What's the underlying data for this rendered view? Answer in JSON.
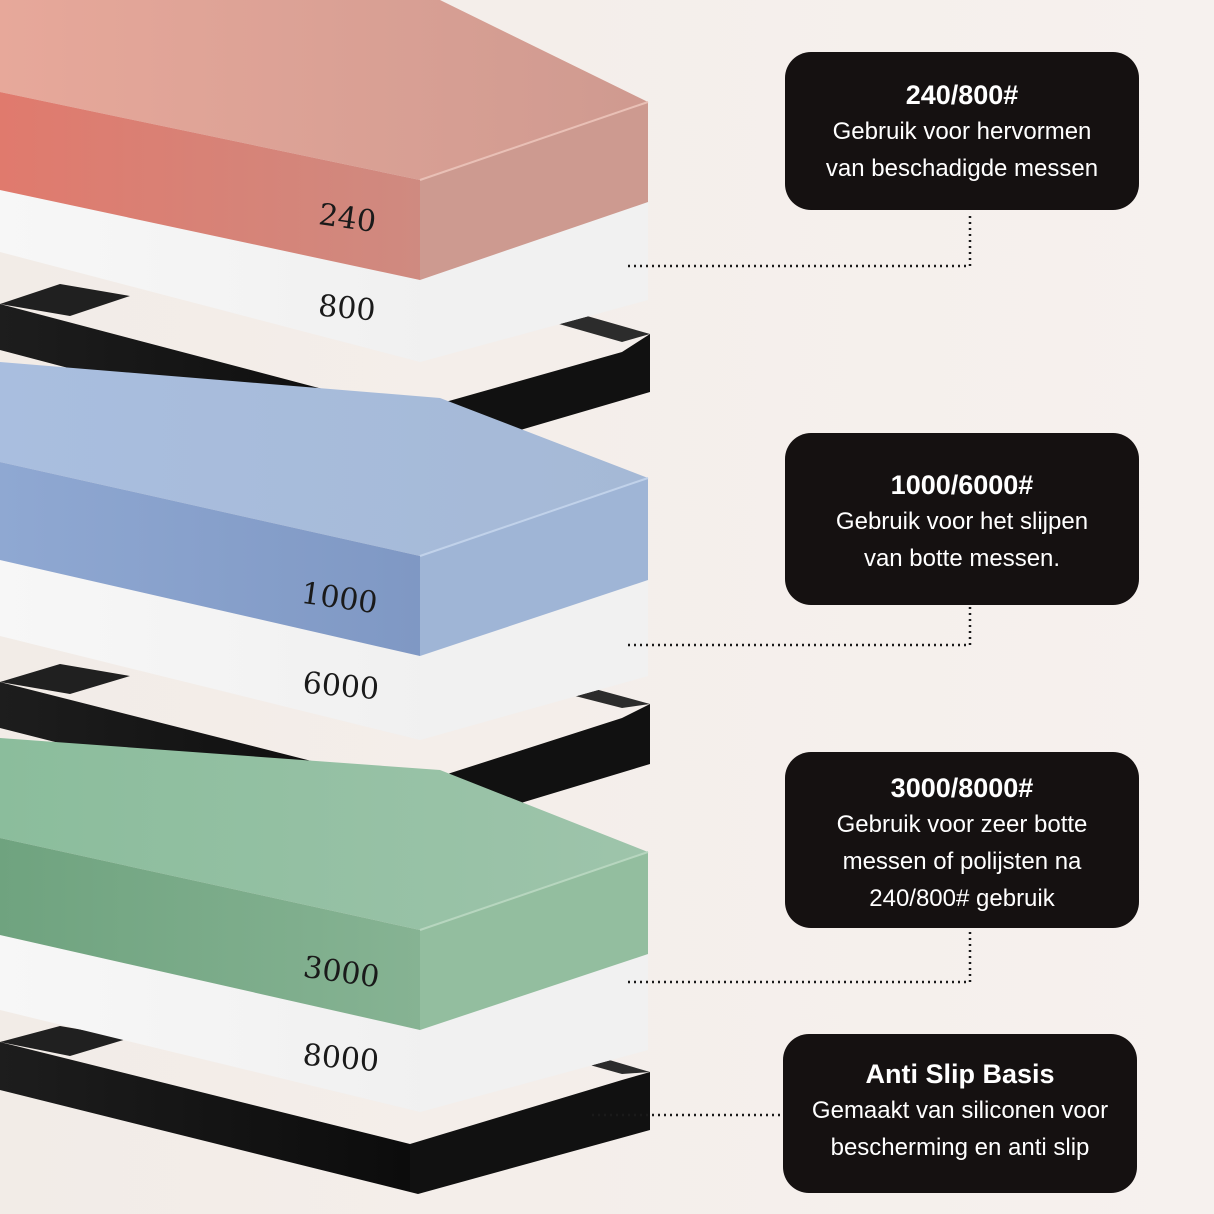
{
  "stones": [
    {
      "top_grit": "240",
      "bottom_grit": "800",
      "color": "#d97f72"
    },
    {
      "top_grit": "1000",
      "bottom_grit": "6000",
      "color": "#8fa9cf"
    },
    {
      "top_grit": "3000",
      "bottom_grit": "8000",
      "color": "#7fae8e"
    }
  ],
  "callouts": [
    {
      "title": "240/800#",
      "lines": [
        "Gebruik voor hervormen",
        "van beschadigde messen"
      ]
    },
    {
      "title": "1000/6000#",
      "lines": [
        "Gebruik voor het slijpen",
        "van botte messen."
      ]
    },
    {
      "title": "3000/8000#",
      "lines": [
        "Gebruik voor zeer botte",
        "messen of polijsten na",
        "240/800# gebruik"
      ]
    },
    {
      "title": "Anti Slip Basis",
      "lines": [
        "Gemaakt van siliconen voor",
        "bescherming en anti slip"
      ]
    }
  ],
  "colors": {
    "callout_bg": "#151111",
    "callout_text": "#ffffff",
    "base": "#141414",
    "white_layer": "#f3f3f3"
  }
}
